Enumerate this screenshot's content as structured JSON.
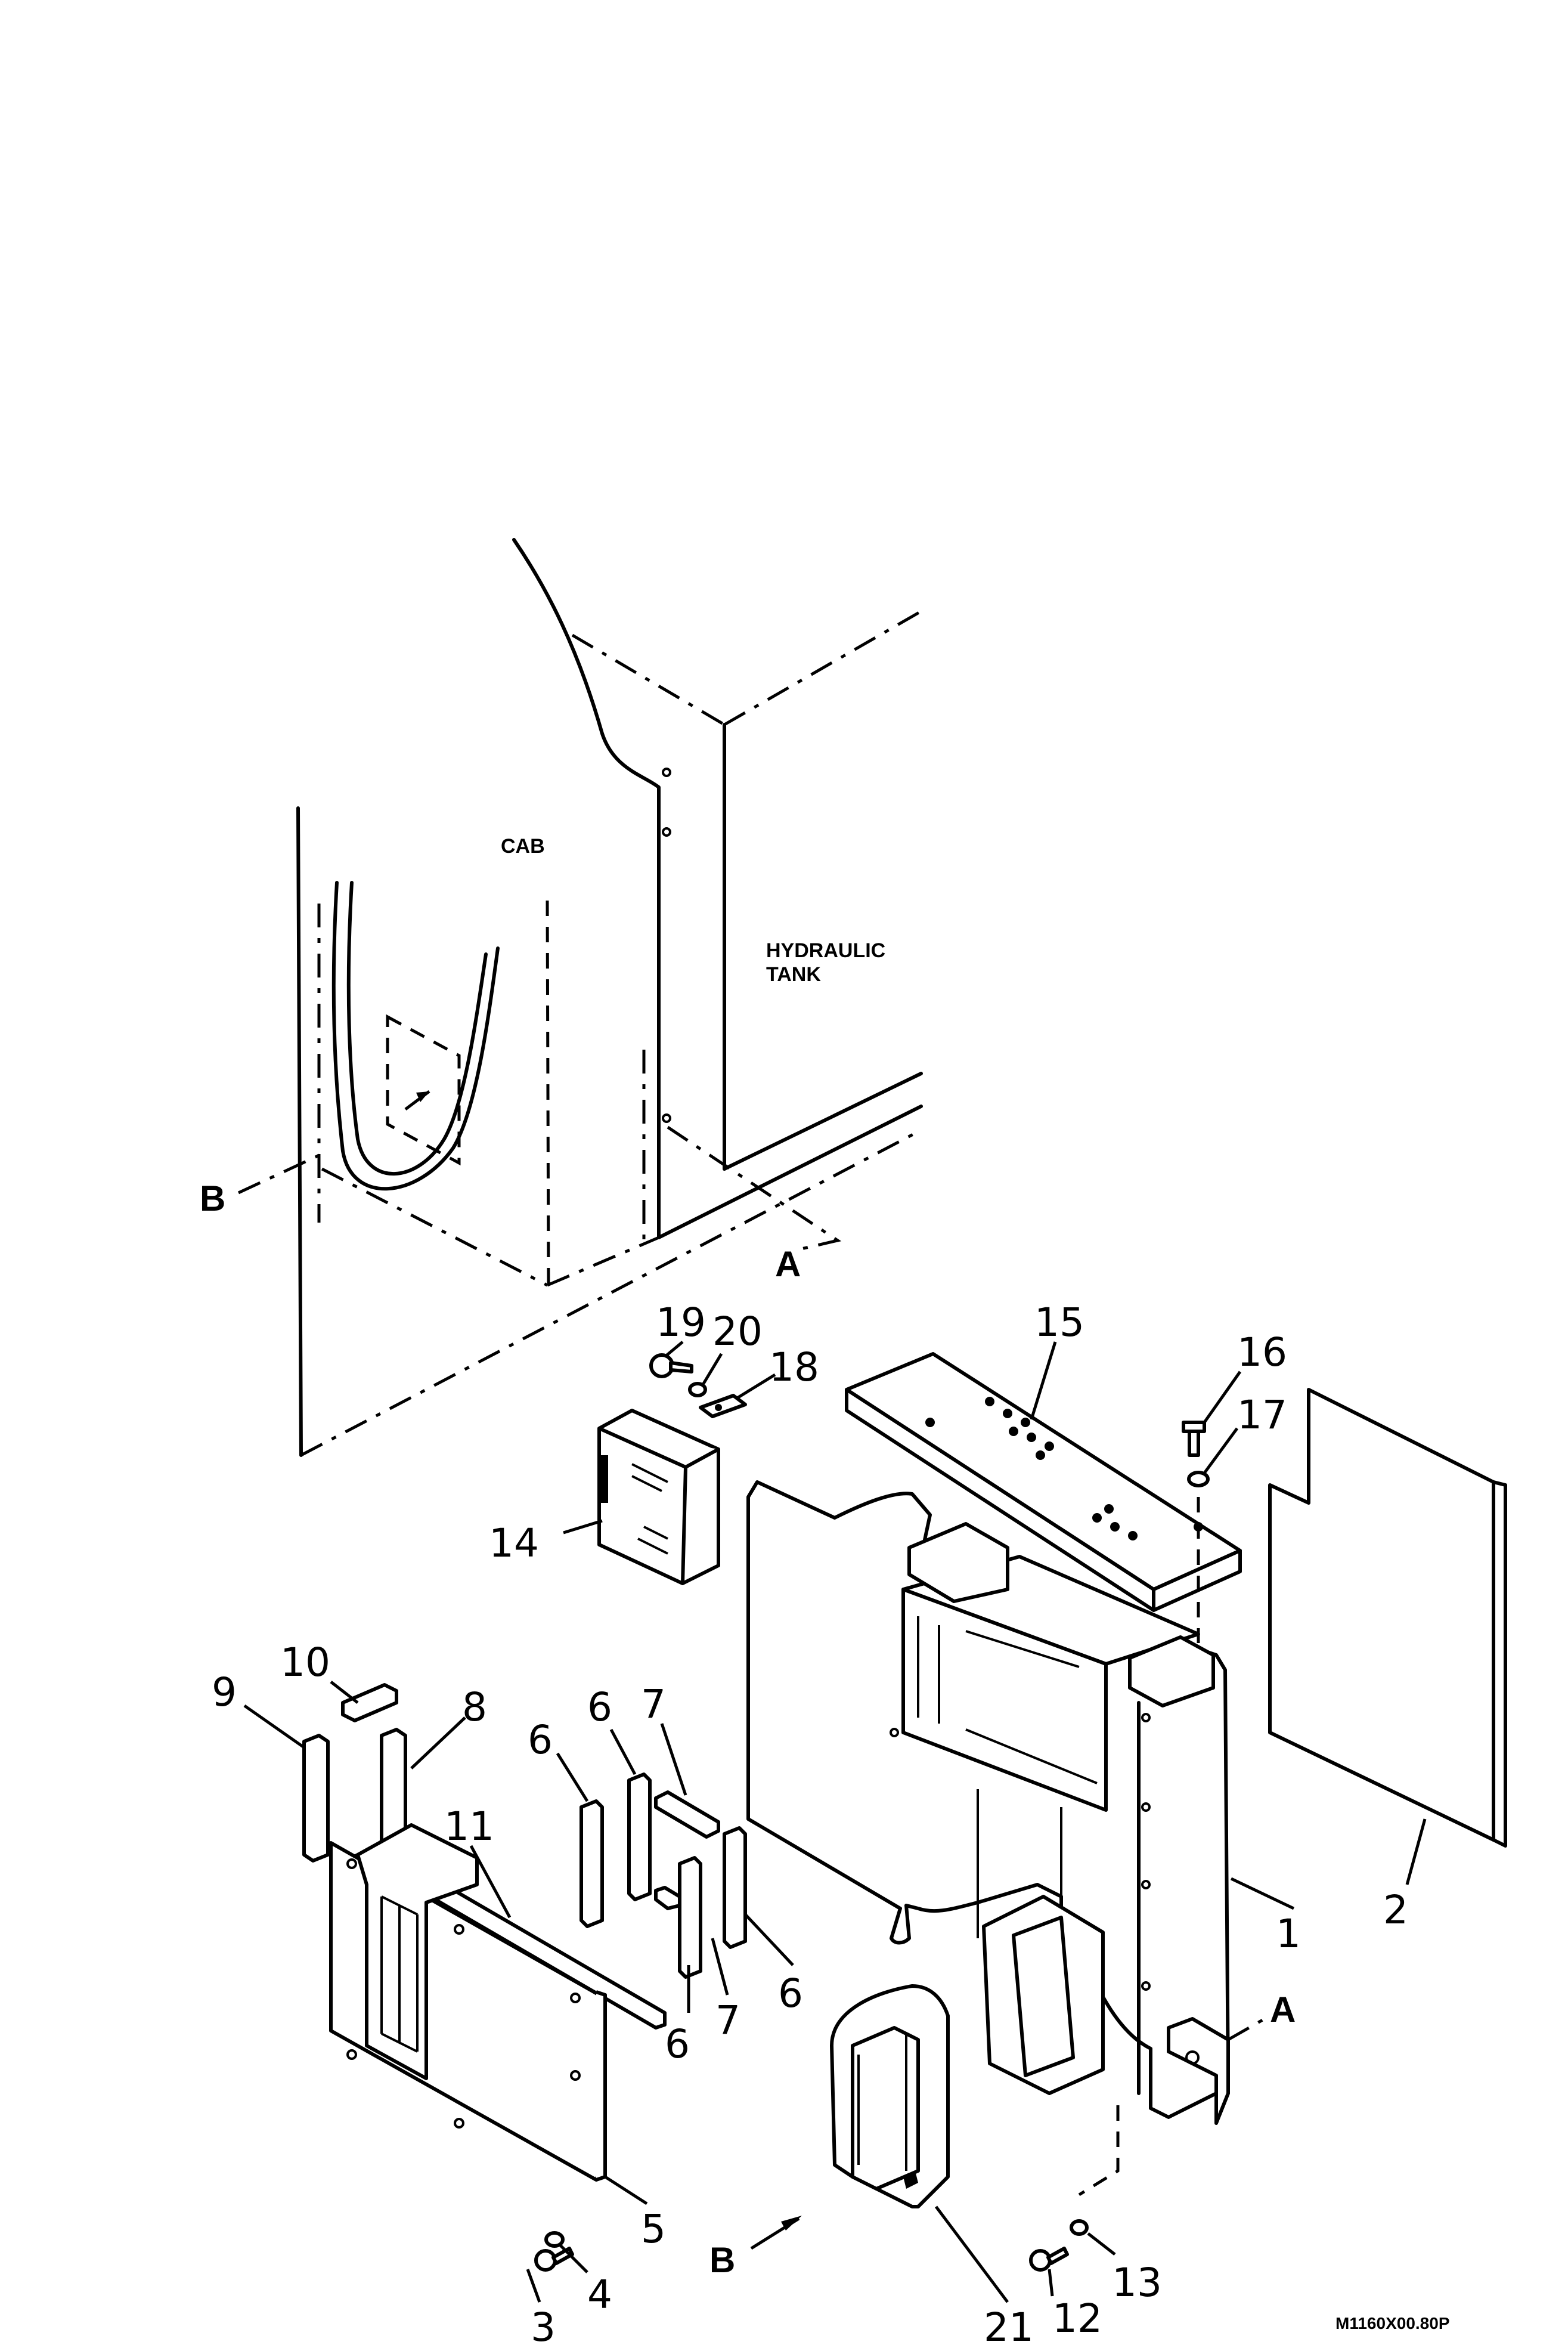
{
  "labels": {
    "cab": "CAB",
    "hydraulic_line1": "HYDRAULIC",
    "hydraulic_line2": "TANK",
    "view_a_top": "A",
    "view_a_right": "A",
    "view_b_left": "B",
    "view_b_bottom": "B",
    "drawing_code": "M1160X00.80P"
  },
  "callouts": {
    "p1": "1",
    "p2": "2",
    "p3": "3",
    "p4": "4",
    "p5": "5",
    "p6a": "6",
    "p6b": "6",
    "p6c": "6",
    "p6d": "6",
    "p7a": "7",
    "p7b": "7",
    "p8": "8",
    "p9": "9",
    "p10": "10",
    "p11": "11",
    "p12": "12",
    "p13": "13",
    "p14": "14",
    "p15": "15",
    "p16": "16",
    "p17": "17",
    "p18": "18",
    "p19": "19",
    "p20": "20",
    "p21": "21"
  }
}
